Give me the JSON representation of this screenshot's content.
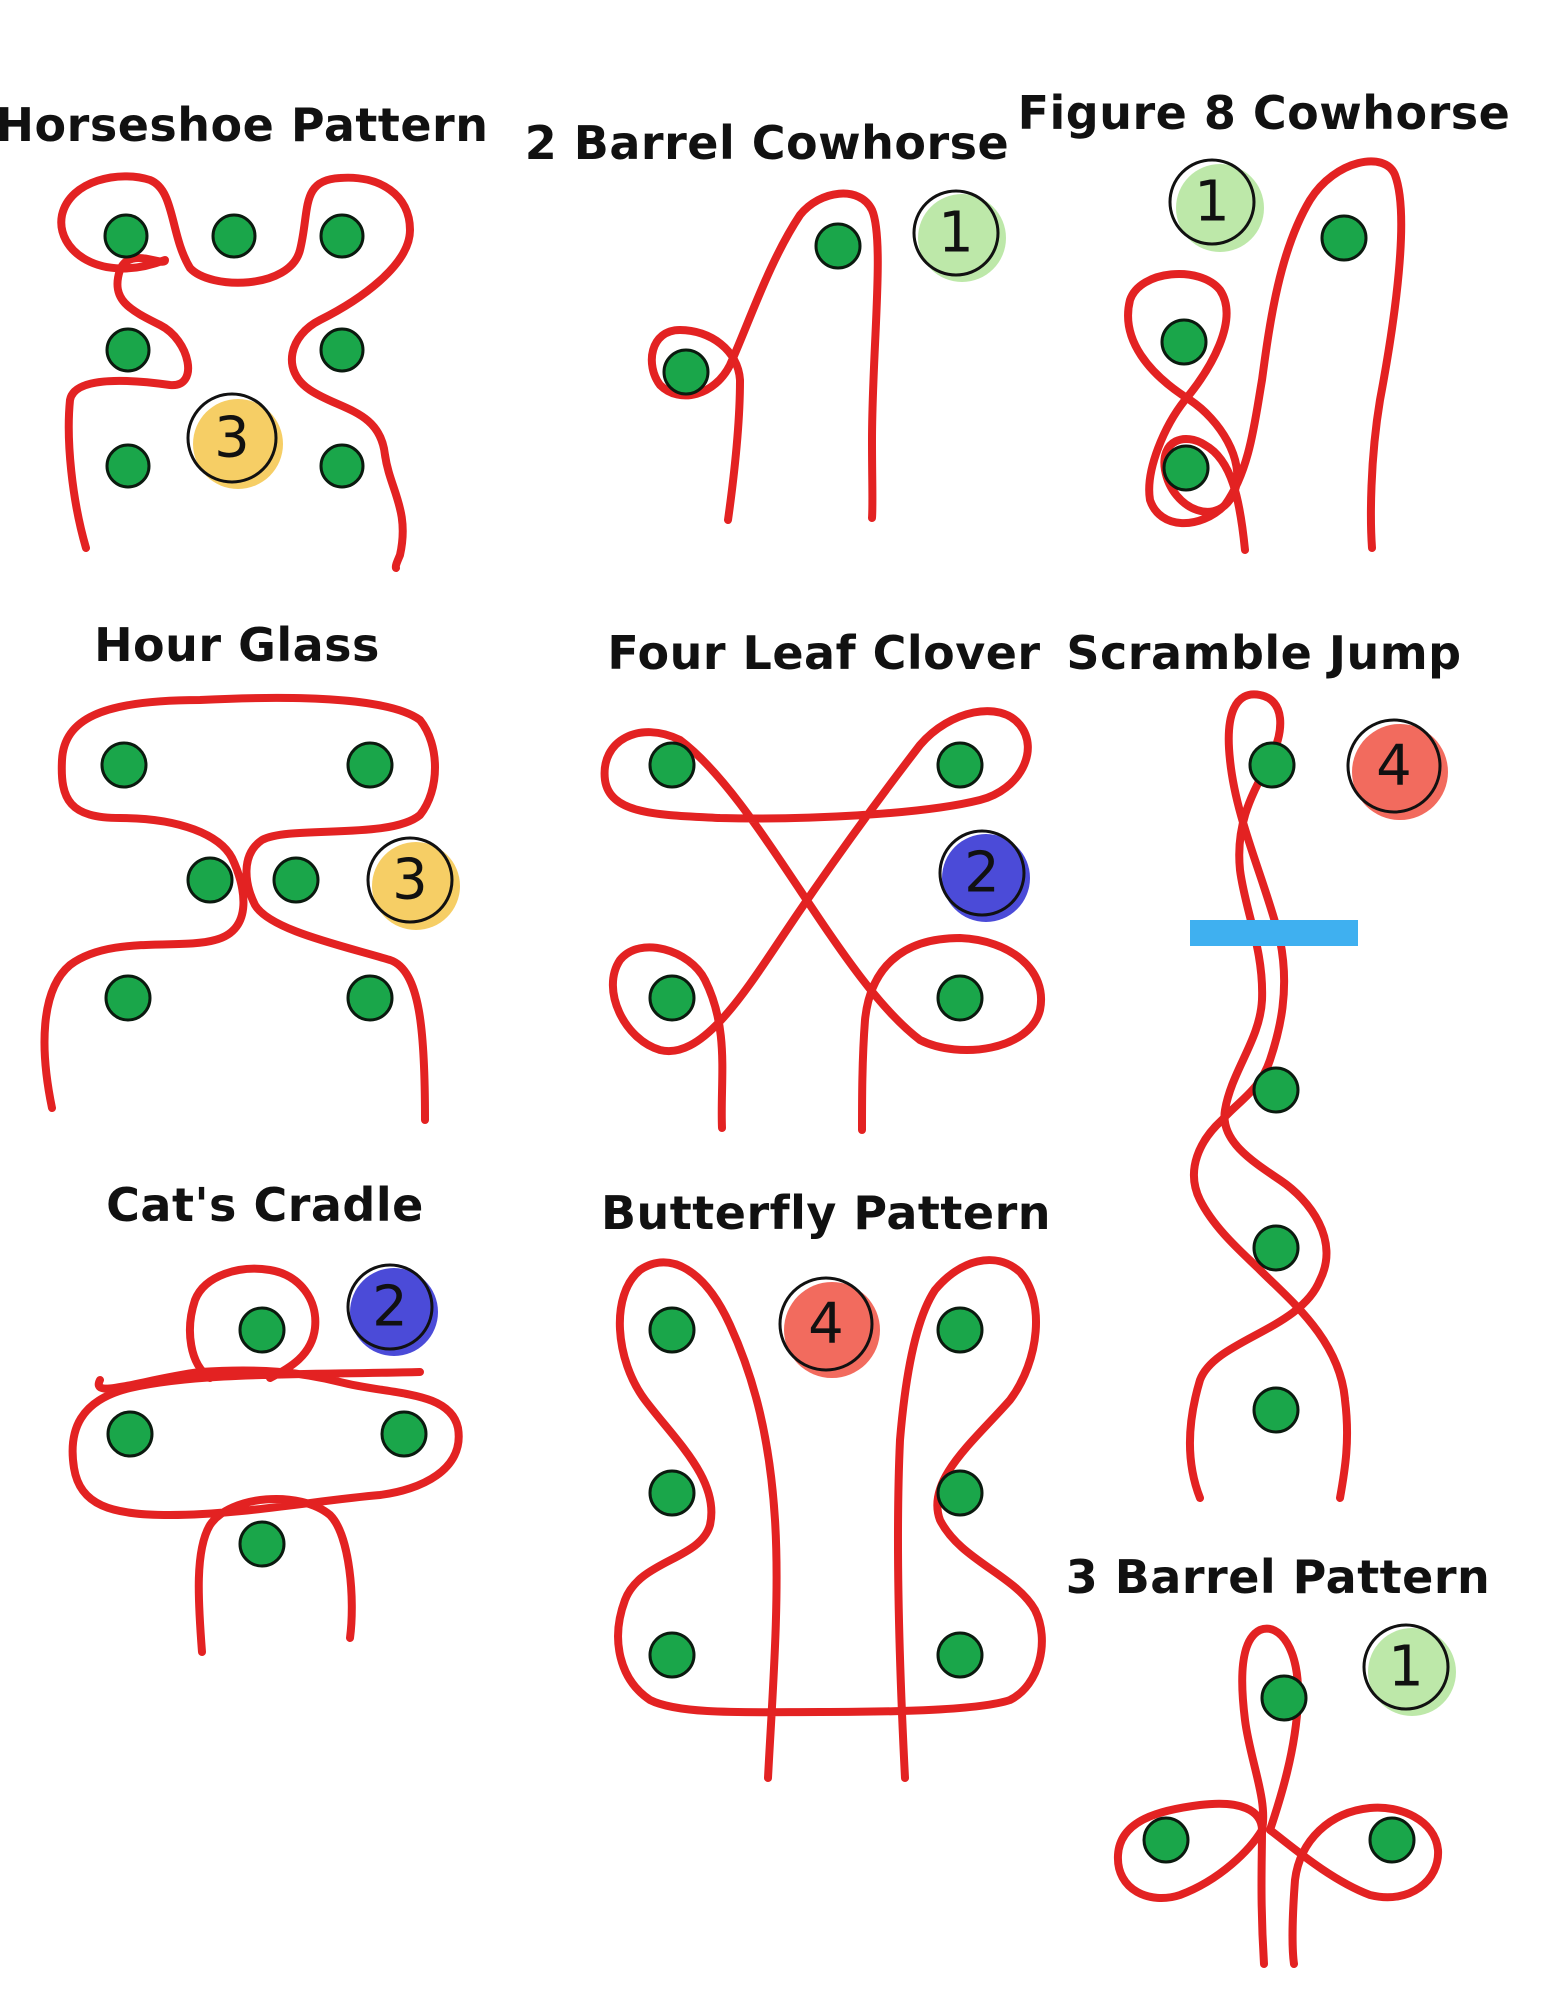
{
  "colors": {
    "path": "#e32222",
    "barrel": "#1aa64a",
    "jump": "#3fb0f0",
    "level_1": "#b6e6a0",
    "level_2": "#4b4bd8",
    "level_3": "#f5c54a",
    "level_4": "#f26b5e"
  },
  "patterns": [
    {
      "id": "horseshoe",
      "title": "Horseshoe Pattern",
      "level": "3"
    },
    {
      "id": "two-barrel-cowhorse",
      "title": "2 Barrel Cowhorse",
      "level": "1"
    },
    {
      "id": "figure-8-cowhorse",
      "title": "Figure 8 Cowhorse",
      "level": "1"
    },
    {
      "id": "hour-glass",
      "title": "Hour Glass",
      "level": "3"
    },
    {
      "id": "four-leaf-clover",
      "title": "Four Leaf Clover",
      "level": "2"
    },
    {
      "id": "scramble-jump",
      "title": "Scramble Jump",
      "level": "4"
    },
    {
      "id": "cats-cradle",
      "title": "Cat's Cradle",
      "level": "2"
    },
    {
      "id": "butterfly",
      "title": "Butterfly Pattern",
      "level": "4"
    },
    {
      "id": "three-barrel",
      "title": "3 Barrel Pattern",
      "level": "1"
    }
  ]
}
